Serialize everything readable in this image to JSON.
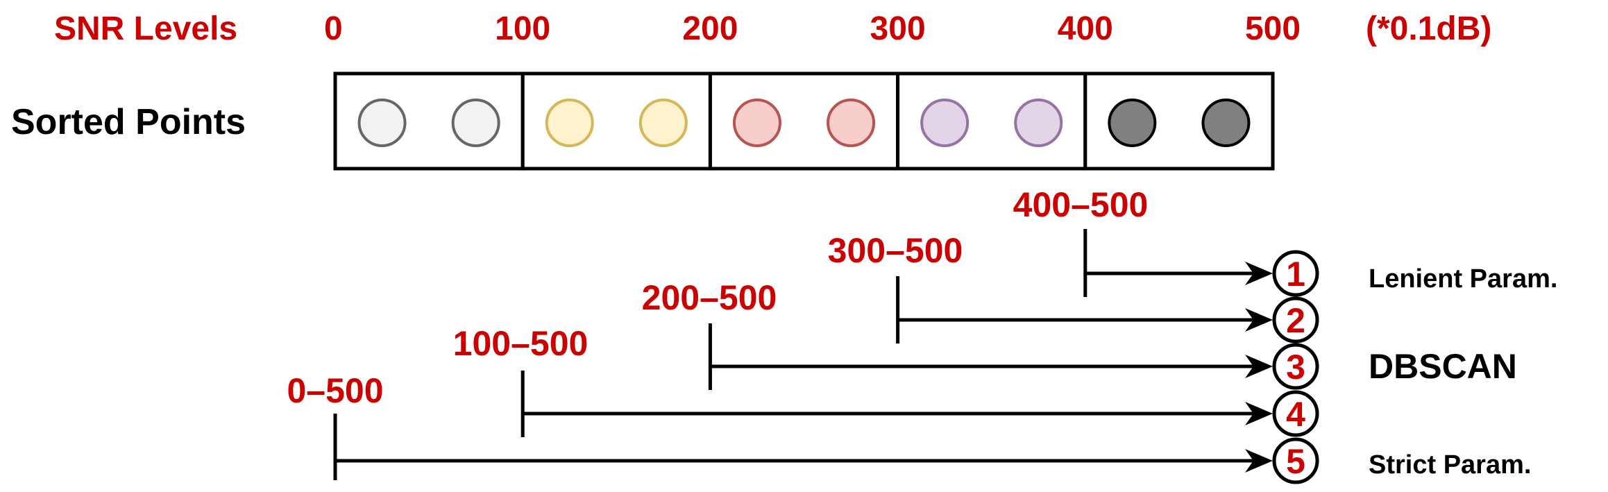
{
  "header": {
    "title": "SNR Levels",
    "unit": "(*0.1dB)",
    "ticks": [
      "0",
      "100",
      "200",
      "300",
      "400",
      "500"
    ]
  },
  "row_label": "Sorted Points",
  "bins": [
    {
      "fill": "#f2f2f2",
      "stroke": "#666666"
    },
    {
      "fill": "#fff2cc",
      "stroke": "#d6b656"
    },
    {
      "fill": "#f8cecc",
      "stroke": "#b85450"
    },
    {
      "fill": "#e1d5e7",
      "stroke": "#9673a6"
    },
    {
      "fill": "#808080",
      "stroke": "#000000"
    }
  ],
  "ranges": [
    {
      "label": "400–500",
      "number": "1"
    },
    {
      "label": "300–500",
      "number": "2"
    },
    {
      "label": "200–500",
      "number": "3"
    },
    {
      "label": "100–500",
      "number": "4"
    },
    {
      "label": "0–500",
      "number": "5"
    }
  ],
  "side_labels": {
    "lenient": "Lenient Param.",
    "method": "DBSCAN",
    "strict": "Strict Param."
  },
  "colors": {
    "accent": "#cc0000",
    "line": "#000000"
  }
}
